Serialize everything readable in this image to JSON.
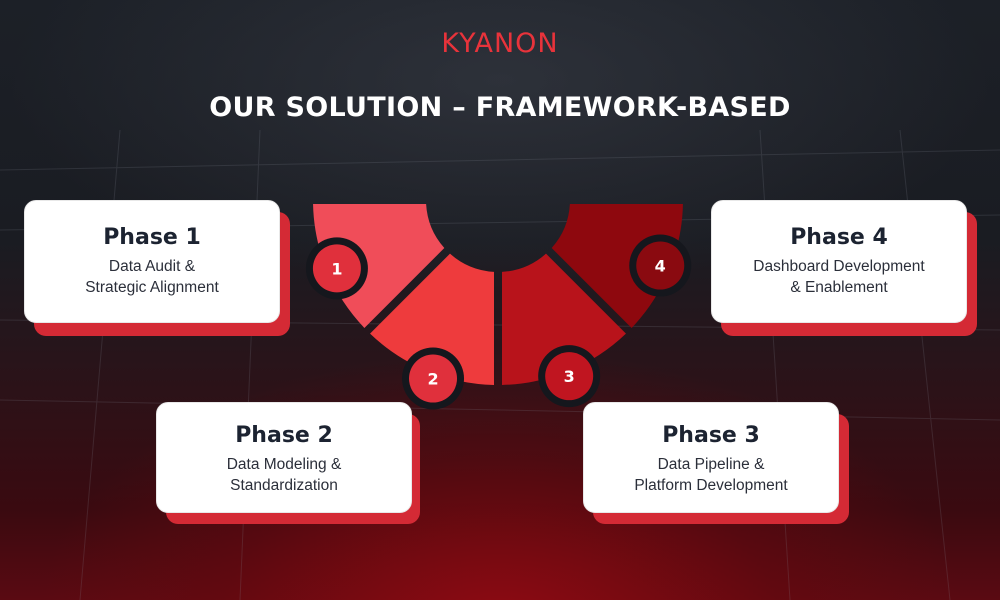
{
  "brand": {
    "logo_text": "KYANON"
  },
  "title": "OUR SOLUTION – FRAMEWORK-BASED",
  "colors": {
    "accent": "#e8333b",
    "segment1": "#f04d59",
    "segment2": "#ee3b3d",
    "segment3": "#b8131b",
    "segment4": "#8e080e",
    "badge1": "#e0303c",
    "badge2": "#e0303c",
    "badge3": "#c01520",
    "badge4": "#8a0a10"
  },
  "phases": [
    {
      "number": "1",
      "title": "Phase 1",
      "description": "Data Audit &\nStrategic Alignment"
    },
    {
      "number": "2",
      "title": "Phase 2",
      "description": "Data Modeling &\nStandardization"
    },
    {
      "number": "3",
      "title": "Phase 3",
      "description": "Data Pipeline &\nPlatform Development"
    },
    {
      "number": "4",
      "title": "Phase 4",
      "description": "Dashboard Development\n& Enablement"
    }
  ]
}
